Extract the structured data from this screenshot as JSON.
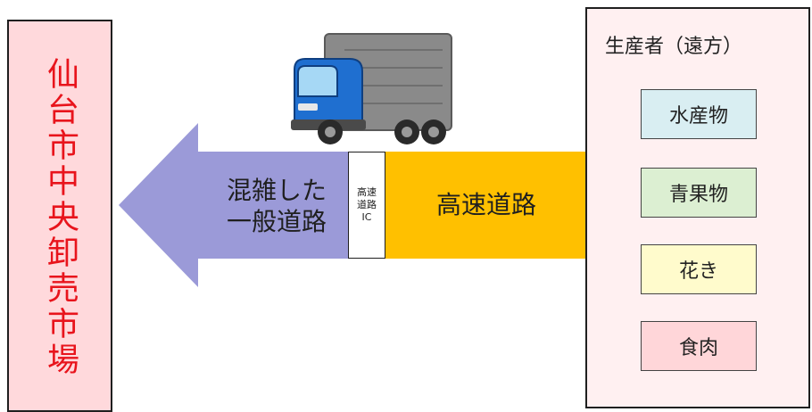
{
  "market": {
    "title": "仙台市中央卸売市場",
    "background": "#ffd9dc",
    "text_color": "#e8141c"
  },
  "producer": {
    "title": "生産者（遠方）",
    "background": "#fff0f1",
    "items": [
      {
        "label": "水産物",
        "color": "#d9eef2"
      },
      {
        "label": "青果物",
        "color": "#dcefd2"
      },
      {
        "label": "花き",
        "color": "#fffbcc"
      },
      {
        "label": "食肉",
        "color": "#ffd6d9"
      }
    ]
  },
  "route": {
    "local_road_label": [
      "混雑した",
      "一般道路"
    ],
    "local_road_color": "#9b9ad8",
    "interchange_label": [
      "高速",
      "道路",
      "IC"
    ],
    "highway_label": "高速道路",
    "highway_color": "#ffc000"
  },
  "truck": {
    "icon": "truck-icon",
    "cab_color": "#1f6fd0",
    "cargo_color": "#8a8a8a"
  }
}
